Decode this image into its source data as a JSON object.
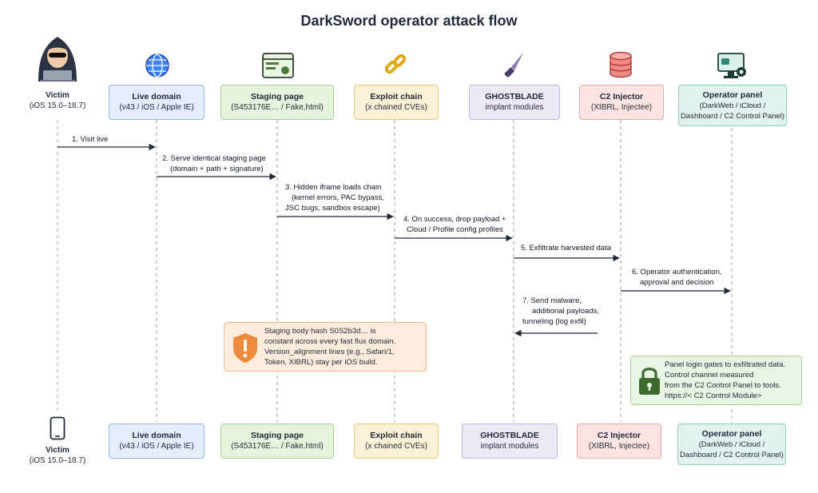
{
  "title": "DarkSword operator attack flow",
  "victim": {
    "name": "Victim",
    "sub": "(iOS 15.0–18.7)"
  },
  "actors": [
    {
      "name": "Live domain",
      "sub": "(v43 / iOS / Apple IE)"
    },
    {
      "name": "Staging page",
      "sub": "(S453176E… / Fake.html)"
    },
    {
      "name": "Exploit chain",
      "sub": "(x chained CVEs)"
    },
    {
      "name": "GHOSTBLADE",
      "sub": "implant modules"
    },
    {
      "name": "C2 Injector",
      "sub": "(XIBRL, Injectee)"
    },
    {
      "name": "Operator panel",
      "sub": "(DarkWeb / iCloud /",
      "sub2": "Dashboard / C2 Control Panel)"
    }
  ],
  "messages": [
    {
      "lines": [
        "1.  Visit live"
      ]
    },
    {
      "lines": [
        "2.  Serve identical staging page",
        "(domain + path + signature)"
      ]
    },
    {
      "lines": [
        "3.  Hidden iframe loads chain",
        "(kernel errors, PAC bypass,",
        "JSC bugs, sandbox escape)"
      ]
    },
    {
      "lines": [
        "4.  On success, drop payload +",
        "Cloud / Profile config profiles"
      ]
    },
    {
      "lines": [
        "5.  Exfiltrate harvested data"
      ]
    },
    {
      "lines": [
        "6.  Operator authentication,",
        "approval and decision"
      ]
    },
    {
      "lines": [
        "7.  Send malware,",
        "additional payloads,",
        "tunneling (log exfil)"
      ]
    }
  ],
  "notes": {
    "warning": [
      "Staging body hash S0S2b3d… is",
      "constant across every fast flux domain.",
      "Version_alignment lines (e.g., Safari/1,",
      "Token, XIBRL) stay per iOS build."
    ],
    "lock": [
      "Panel login gates to exfiltrated data.",
      "Control channel measured",
      "from the C2 Control Panel to tools.",
      "https://< C2 Control Module>"
    ]
  },
  "colors": {
    "live": "#e3edfb",
    "staging": "#e6f4dd",
    "exploit": "#fdf1d6",
    "ghost": "#ede8f6",
    "c2": "#fde4e2",
    "operator": "#e1f3ee",
    "warn_bg": "#fdebdc",
    "lock_bg": "#e9f4e4"
  },
  "icons": [
    "hacker-icon",
    "globe-icon",
    "webpage-icon",
    "chain-link-icon",
    "knife-icon",
    "database-icon",
    "monitor-gear-icon",
    "phone-icon",
    "warning-shield-icon",
    "padlock-icon"
  ]
}
